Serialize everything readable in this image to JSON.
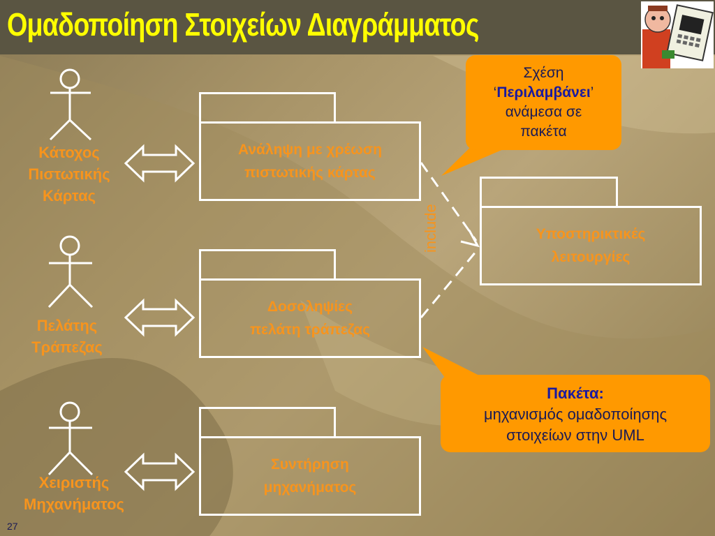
{
  "title": "Ομαδοποίηση Στοιχείων Διαγράμματος",
  "page_number": "27",
  "actors": [
    {
      "line1": "Κάτοχος",
      "line2": "Πιστωτικής",
      "line3": "Κάρτας"
    },
    {
      "line1": "Πελάτης",
      "line2": "Τράπεζας"
    },
    {
      "line1": "Χειριστής",
      "line2": "Μηχανήματος"
    }
  ],
  "packages": [
    {
      "label": "Ανάληψη με χρέωση\nπιστωτικής κάρτας"
    },
    {
      "label": "Δοσοληψίες\nπελάτη τράπεζας"
    },
    {
      "label": "Συντήρηση\nμηχανήματος"
    },
    {
      "label": "Υποστηρικτικές\nλειτουργίες"
    }
  ],
  "include_label": "include",
  "callout_top": {
    "line1": "Σχέση",
    "quote_open": "‘",
    "bold": "Περιλαμβάνει",
    "quote_close": "’",
    "line3": "ανάμεσα σε",
    "line4": "πακέτα"
  },
  "callout_bottom": {
    "bold": "Πακέτα:",
    "line2": "μηχανισμός ομαδοποίησης",
    "line3": "στοιχείων στην UML"
  },
  "colors": {
    "title": "#ffff00",
    "label": "#f7941d",
    "callout_bg": "#ff9900",
    "lines": "#ffffff"
  }
}
